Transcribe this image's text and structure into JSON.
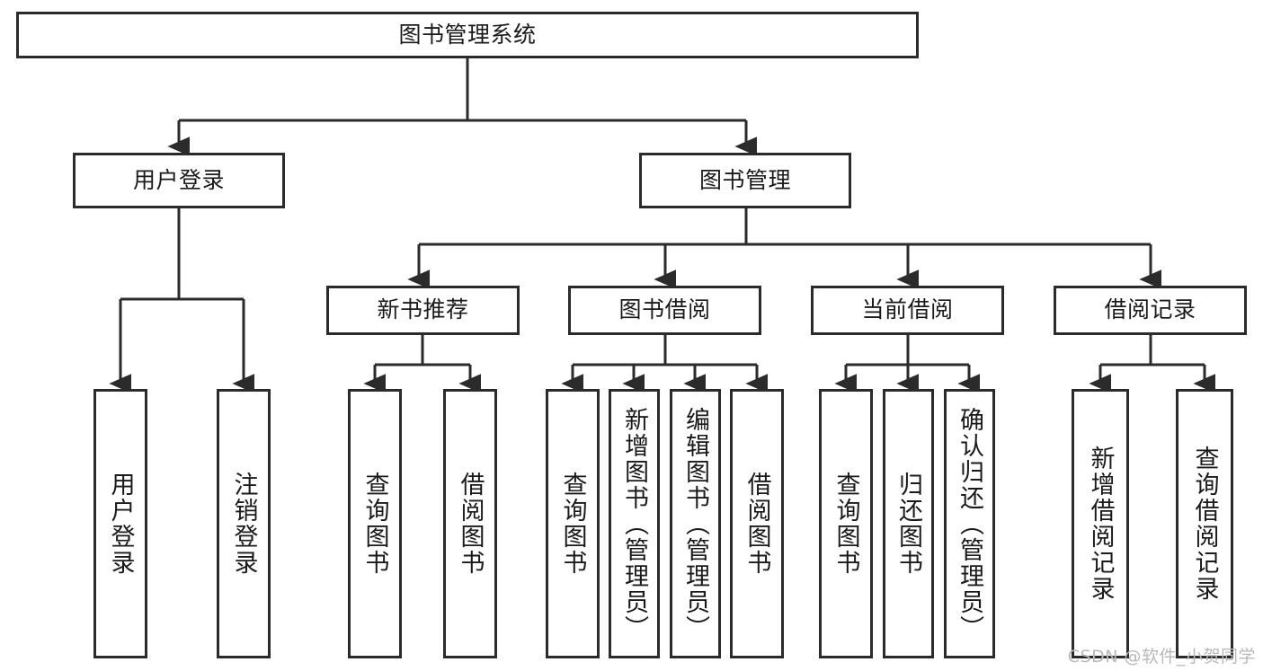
{
  "diagram": {
    "title": "图书管理系统",
    "type": "tree-hierarchy",
    "colors": {
      "stroke": "#2b2b2b",
      "fill": "#ffffff",
      "text": "#1a1a1a",
      "watermark": "#b9b9b9"
    },
    "root": {
      "label": "图书管理系统"
    },
    "level2": [
      {
        "label": "用户登录"
      },
      {
        "label": "图书管理"
      }
    ],
    "level3": [
      {
        "label": "新书推荐"
      },
      {
        "label": "图书借阅"
      },
      {
        "label": "当前借阅"
      },
      {
        "label": "借阅记录"
      }
    ],
    "leaves": [
      {
        "label": "用户登录",
        "parent": "用户登录"
      },
      {
        "label": "注销登录",
        "parent": "用户登录"
      },
      {
        "label": "查询图书",
        "parent": "新书推荐"
      },
      {
        "label": "借阅图书",
        "parent": "新书推荐"
      },
      {
        "label": "查询图书",
        "parent": "图书借阅"
      },
      {
        "label": "新增图书（管理员）",
        "parent": "图书借阅"
      },
      {
        "label": "编辑图书（管理员）",
        "parent": "图书借阅"
      },
      {
        "label": "借阅图书",
        "parent": "图书借阅"
      },
      {
        "label": "查询图书",
        "parent": "当前借阅"
      },
      {
        "label": "归还图书",
        "parent": "当前借阅"
      },
      {
        "label": "确认归还（管理员）",
        "parent": "当前借阅"
      },
      {
        "label": "新增借阅记录",
        "parent": "借阅记录"
      },
      {
        "label": "查询借阅记录",
        "parent": "借阅记录"
      }
    ]
  },
  "watermark": {
    "text": "CSDN @软件_小贺同学"
  }
}
